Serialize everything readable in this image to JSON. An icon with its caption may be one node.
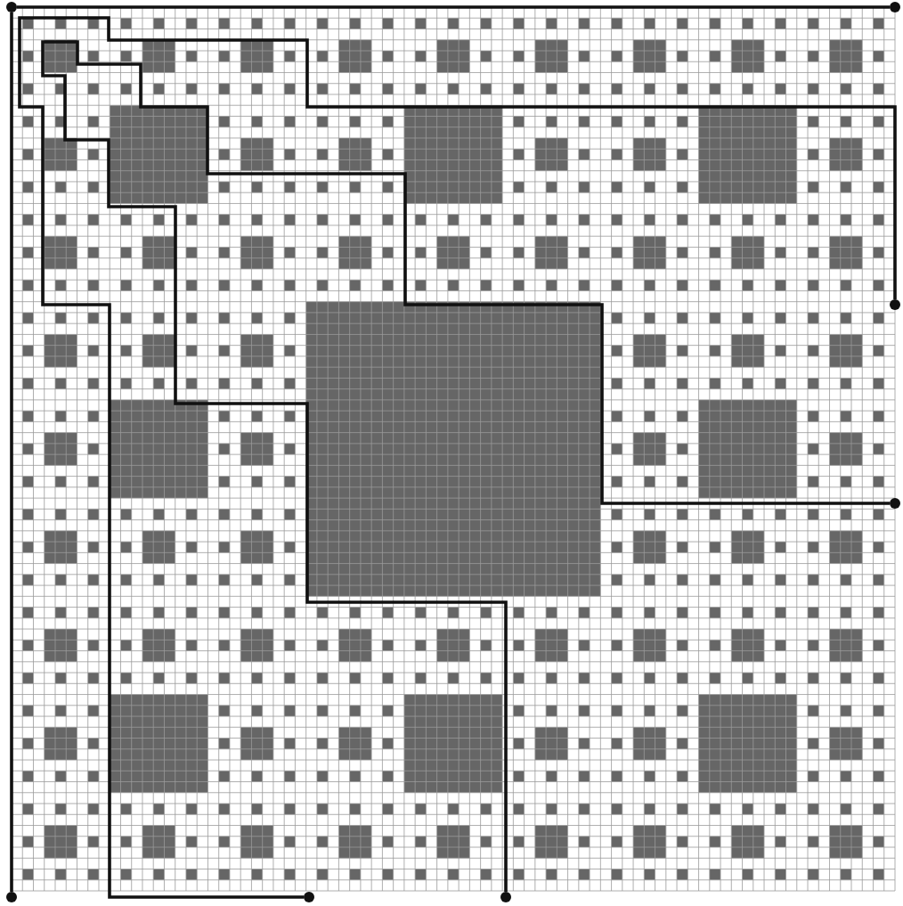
{
  "diagram": {
    "nodes": [
      {
        "text": [],
        "shape": "circle"
      },
      {
        "text": [],
        "shape": "circle"
      },
      {
        "text": [],
        "shape": "circle"
      },
      {
        "text": [],
        "shape": "circle"
      },
      {
        "text": [],
        "shape": "circle"
      },
      {
        "text": [],
        "shape": "circle"
      },
      {
        "text": [],
        "shape": "circle"
      }
    ],
    "edges": [
      {
        "from": 0,
        "to": 1,
        "arrow": "none"
      },
      {
        "from": 0,
        "to": 2,
        "arrow": "none"
      },
      {
        "from": 3,
        "to": 4,
        "arrow": "none"
      },
      {
        "from": 5,
        "to": 6,
        "arrow": "none"
      }
    ]
  }
}
